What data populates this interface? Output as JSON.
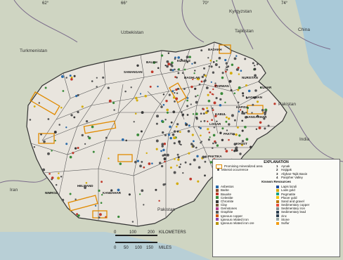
{
  "map": {
    "countries": [
      "Kyrgyzstan",
      "Uzbekistan",
      "Tajikistan",
      "China",
      "Turkmenistan",
      "Pakistan",
      "India",
      "Iran",
      "Pakistan"
    ],
    "longitude_ticks": [
      "62°",
      "66°",
      "70°",
      "74°"
    ],
    "provinces": [
      "BADAKH",
      "KUNDUZ",
      "BALKH",
      "SAMANGAN",
      "BAGHLAN",
      "PARWAN",
      "NURISTAN",
      "KUNAR",
      "LAGHMAN",
      "KAPISA",
      "NANGARHAR",
      "KABUL",
      "LOGAR",
      "PAKTIA",
      "KHOST",
      "PAKTIKA",
      "HELMAND",
      "KANDAHAR",
      "NIMROZ"
    ],
    "scale": {
      "km_label": "KILOMETERS",
      "mi_label": "MILES",
      "km_ticks": [
        "0",
        "100",
        "200"
      ],
      "mi_ticks": [
        "0",
        "50",
        "100",
        "150"
      ]
    },
    "colors": {
      "water": "#9fc4da",
      "neighbor": "#cfd5c2",
      "afghan": "#e9e5de",
      "deposit": "#555555",
      "area": "#e08a00"
    }
  },
  "legend": {
    "title": "EXPLANATION",
    "area_label": "Promising mineralized area",
    "deposit_label": "Mineral occurrence",
    "numbered": [
      {
        "num": "1",
        "label": "Aynak"
      },
      {
        "num": "2",
        "label": "Hajigak"
      },
      {
        "num": "3",
        "label": "Afghan-Tajik Basin"
      },
      {
        "num": "4",
        "label": "Panjsher Valley"
      }
    ],
    "resources_title": "Known Resources",
    "resources_left": [
      "Asbestos",
      "Barite",
      "Bauxite",
      "Celestite",
      "Chromite",
      "Clay",
      "Gemstones",
      "Graphite",
      "Igneous copper",
      "Igneous related iron",
      "Igneous related iron ore"
    ],
    "resources_right": [
      "Lapis lazuli",
      "Lode gold",
      "Pegmatite",
      "Placer gold",
      "Sand and gravel",
      "Sedimentary copper",
      "Sedimentary iron",
      "Sedimentary lead",
      "zinc",
      "Stone",
      "Sulfur"
    ],
    "resource_colors_left": [
      "#2a6aa8",
      "#8a4d2a",
      "#c0392b",
      "#3a8a3a",
      "#333333",
      "#7a5a3a",
      "#b03a8a",
      "#555555",
      "#d35400",
      "#8e44ad",
      "#b7950b"
    ],
    "resource_colors_right": [
      "#1f4fa0",
      "#d4ac0d",
      "#16a085",
      "#f1c40f",
      "#b9770e",
      "#e74c3c",
      "#7f8c8d",
      "#2c3e50",
      "#2c3e50",
      "#95a5a6",
      "#f39c12"
    ]
  }
}
